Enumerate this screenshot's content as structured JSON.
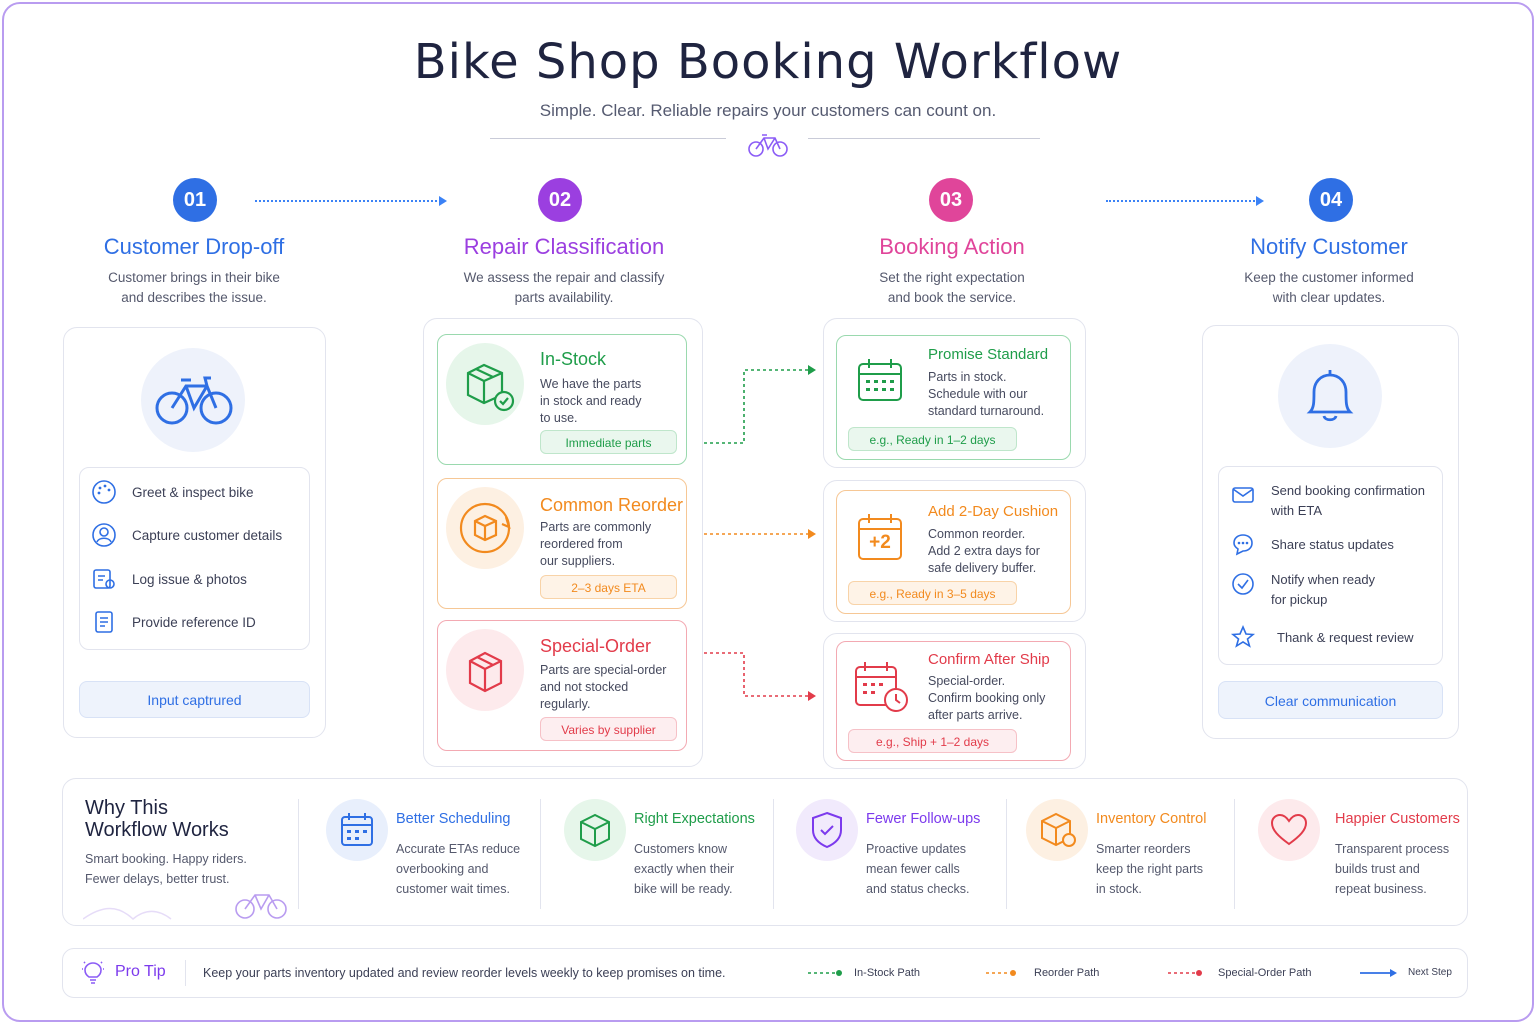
{
  "header": {
    "title": "Bike Shop Booking Workflow",
    "subtitle": "Simple. Clear. Reliable repairs your customers can count on."
  },
  "colors": {
    "blue": "#2f6fe4",
    "purple": "#9b3fe0",
    "pink": "#e0459a",
    "green": "#1f9d4a",
    "orange": "#f28a1e",
    "red": "#e23b4a"
  },
  "steps": [
    {
      "num": "01",
      "title": "Customer Drop-off",
      "desc1": "Customer brings in their bike",
      "desc2": "and describes the issue."
    },
    {
      "num": "02",
      "title": "Repair Classification",
      "desc1": "We assess the repair and classify",
      "desc2": "parts availability."
    },
    {
      "num": "03",
      "title": "Booking Action",
      "desc1": "Set the right expectation",
      "desc2": "and book the service."
    },
    {
      "num": "04",
      "title": "Notify Customer",
      "desc1": "Keep the customer informed",
      "desc2": "with clear updates."
    }
  ],
  "dropoff": {
    "icon": "bicycle-icon",
    "items": [
      "Greet & inspect bike",
      "Capture customer details",
      "Log issue & photos",
      "Provide reference ID"
    ],
    "footer": "Input captrured"
  },
  "classification": [
    {
      "title": "In-Stock",
      "l1": "We have the parts",
      "l2": "in stock and ready",
      "l3": "to use.",
      "tag": "Immediate parts"
    },
    {
      "title": "Common Reorder",
      "l1": "Parts are commonly",
      "l2": "reordered from",
      "l3": "our suppliers.",
      "tag": "2–3 days ETA"
    },
    {
      "title": "Special-Order",
      "l1": "Parts are special-order",
      "l2": "and not stocked",
      "l3": "regularly.",
      "tag": "Varies by supplier"
    }
  ],
  "actions": [
    {
      "title": "Promise Standard",
      "l1": "Parts in stock.",
      "l2": "Schedule with our",
      "l3": "standard turnaround.",
      "tag": "e.g., Ready in 1–2 days"
    },
    {
      "title": "Add 2-Day Cushion",
      "l1": "Common reorder.",
      "l2": "Add 2 extra days for",
      "l3": "safe delivery buffer.",
      "tag": "e.g., Ready in 3–5 days",
      "badge": "+2"
    },
    {
      "title": "Confirm After Ship",
      "l1": "Special-order.",
      "l2": "Confirm booking only",
      "l3": "after parts arrive.",
      "tag": "e.g., Ship + 1–2 days"
    }
  ],
  "notify": {
    "items": [
      {
        "l1": "Send booking confirmation",
        "l2": "with ETA"
      },
      {
        "l1": "Share status updates",
        "l2": ""
      },
      {
        "l1": "Notify when ready",
        "l2": "for pickup"
      },
      {
        "l1": "Thank & request review",
        "l2": ""
      }
    ],
    "footer": "Clear communication"
  },
  "why": {
    "title1": "Why This",
    "title2": "Workflow Works",
    "sub1": "Smart booking. Happy riders.",
    "sub2": "Fewer delays, better trust.",
    "items": [
      {
        "title": "Better Scheduling",
        "l1": "Accurate ETAs reduce",
        "l2": "overbooking and",
        "l3": "customer wait times."
      },
      {
        "title": "Right Expectations",
        "l1": "Customers know",
        "l2": "exactly when their",
        "l3": "bike will be ready."
      },
      {
        "title": "Fewer Follow-ups",
        "l1": "Proactive updates",
        "l2": "mean fewer calls",
        "l3": "and status checks."
      },
      {
        "title": "Inventory Control",
        "l1": "Smarter reorders",
        "l2": "keep the right parts",
        "l3": "in stock."
      },
      {
        "title": "Happier Customers",
        "l1": "Transparent process",
        "l2": "builds trust and",
        "l3": "repeat business."
      }
    ]
  },
  "tip": {
    "label": "Pro Tip",
    "text": "Keep your parts inventory updated and review reorder levels weekly to keep promises on time.",
    "legend": [
      "In-Stock Path",
      "Reorder Path",
      "Special-Order Path",
      "Next Step"
    ]
  }
}
